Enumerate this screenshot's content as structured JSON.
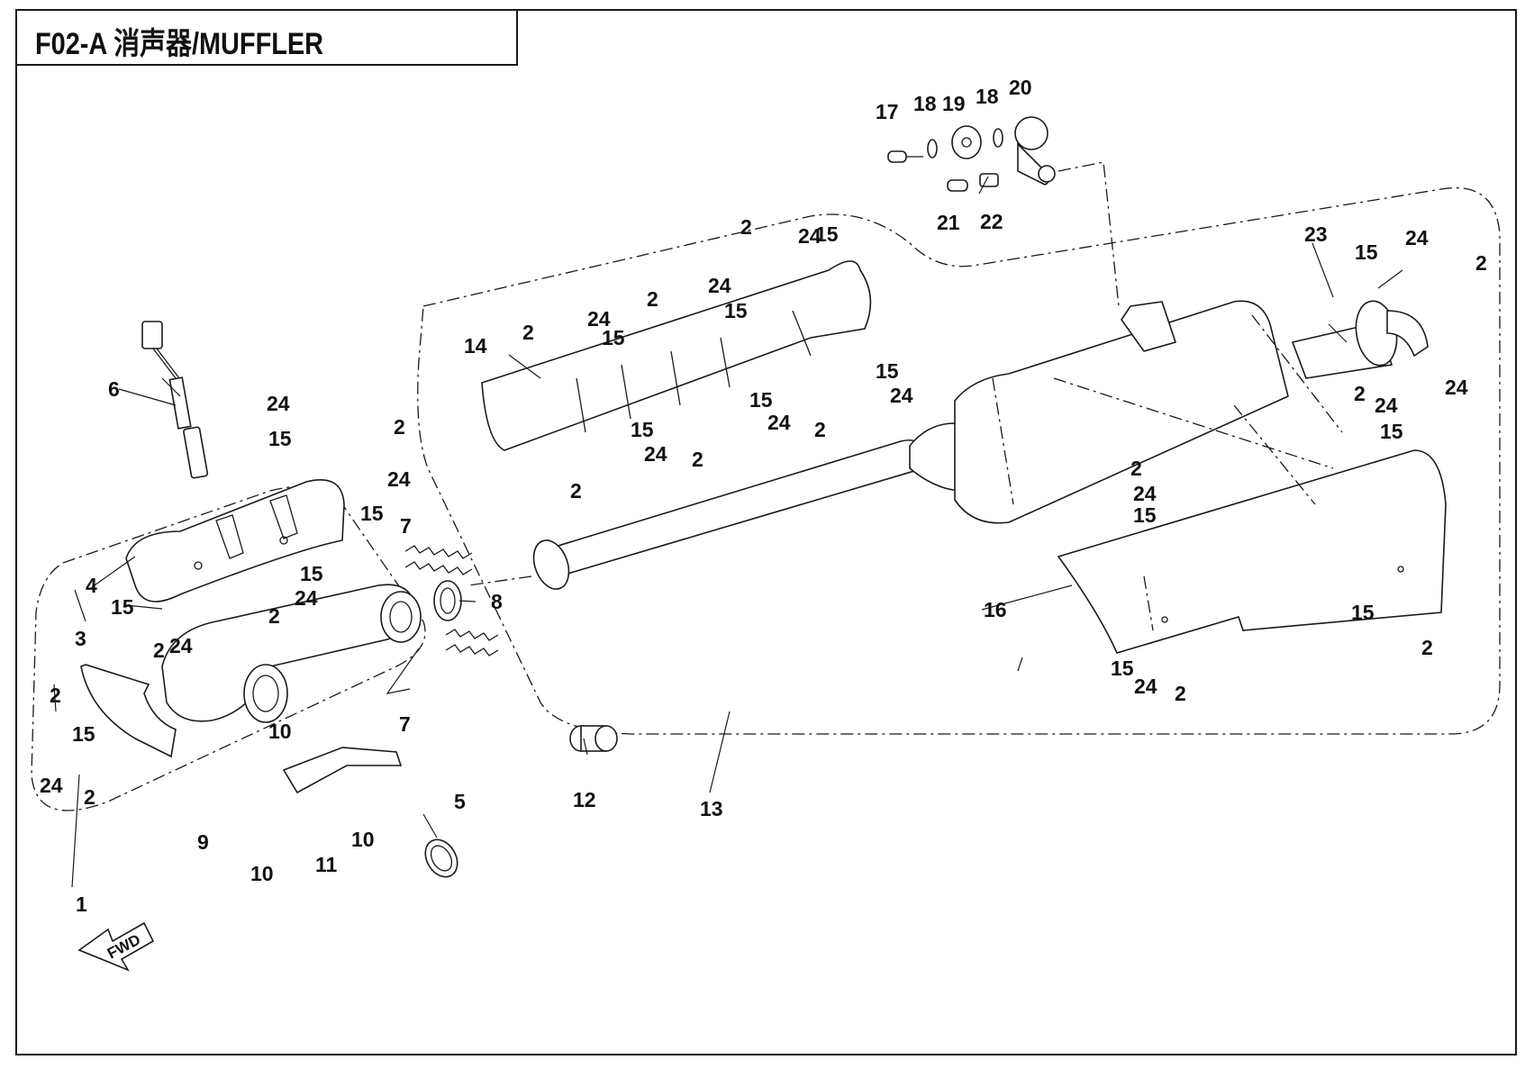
{
  "title": "F02-A 消声器/MUFFLER",
  "fwd_label": "FWD",
  "callouts": [
    {
      "id": "c1",
      "text": "1"
    },
    {
      "id": "c2a",
      "text": "2"
    },
    {
      "id": "c2b",
      "text": "2"
    },
    {
      "id": "c2c",
      "text": "2"
    },
    {
      "id": "c2d",
      "text": "2"
    },
    {
      "id": "c2e",
      "text": "2"
    },
    {
      "id": "c2f",
      "text": "2"
    },
    {
      "id": "c2g",
      "text": "2"
    },
    {
      "id": "c2h",
      "text": "2"
    },
    {
      "id": "c2i",
      "text": "2"
    },
    {
      "id": "c2j",
      "text": "2"
    },
    {
      "id": "c2k",
      "text": "2"
    },
    {
      "id": "c2l",
      "text": "2"
    },
    {
      "id": "c2m",
      "text": "2"
    },
    {
      "id": "c2n",
      "text": "2"
    },
    {
      "id": "c2o",
      "text": "2"
    },
    {
      "id": "c2p",
      "text": "2"
    },
    {
      "id": "c3",
      "text": "3"
    },
    {
      "id": "c4",
      "text": "4"
    },
    {
      "id": "c5",
      "text": "5"
    },
    {
      "id": "c6",
      "text": "6"
    },
    {
      "id": "c7a",
      "text": "7"
    },
    {
      "id": "c7b",
      "text": "7"
    },
    {
      "id": "c8",
      "text": "8"
    },
    {
      "id": "c9",
      "text": "9"
    },
    {
      "id": "c10a",
      "text": "10"
    },
    {
      "id": "c10b",
      "text": "10"
    },
    {
      "id": "c10c",
      "text": "10"
    },
    {
      "id": "c11",
      "text": "11"
    },
    {
      "id": "c12",
      "text": "12"
    },
    {
      "id": "c13",
      "text": "13"
    },
    {
      "id": "c14",
      "text": "14"
    },
    {
      "id": "c15a",
      "text": "15"
    },
    {
      "id": "c15b",
      "text": "15"
    },
    {
      "id": "c15c",
      "text": "15"
    },
    {
      "id": "c15d",
      "text": "15"
    },
    {
      "id": "c15e",
      "text": "15"
    },
    {
      "id": "c15f",
      "text": "15"
    },
    {
      "id": "c15g",
      "text": "15"
    },
    {
      "id": "c15h",
      "text": "15"
    },
    {
      "id": "c15i",
      "text": "15"
    },
    {
      "id": "c15j",
      "text": "15"
    },
    {
      "id": "c15k",
      "text": "15"
    },
    {
      "id": "c15l",
      "text": "15"
    },
    {
      "id": "c15m",
      "text": "15"
    },
    {
      "id": "c15n",
      "text": "15"
    },
    {
      "id": "c15o",
      "text": "15"
    },
    {
      "id": "c15p",
      "text": "15"
    },
    {
      "id": "c16",
      "text": "16"
    },
    {
      "id": "c17",
      "text": "17"
    },
    {
      "id": "c18a",
      "text": "18"
    },
    {
      "id": "c18b",
      "text": "18"
    },
    {
      "id": "c19",
      "text": "19"
    },
    {
      "id": "c20",
      "text": "20"
    },
    {
      "id": "c21",
      "text": "21"
    },
    {
      "id": "c22",
      "text": "22"
    },
    {
      "id": "c23",
      "text": "23"
    },
    {
      "id": "c24a",
      "text": "24"
    },
    {
      "id": "c24b",
      "text": "24"
    },
    {
      "id": "c24c",
      "text": "24"
    },
    {
      "id": "c24d",
      "text": "24"
    },
    {
      "id": "c24e",
      "text": "24"
    },
    {
      "id": "c24f",
      "text": "24"
    },
    {
      "id": "c24g",
      "text": "24"
    },
    {
      "id": "c24h",
      "text": "24"
    },
    {
      "id": "c24i",
      "text": "24"
    },
    {
      "id": "c24j",
      "text": "24"
    },
    {
      "id": "c24k",
      "text": "24"
    },
    {
      "id": "c24l",
      "text": "24"
    },
    {
      "id": "c24m",
      "text": "24"
    },
    {
      "id": "c24n",
      "text": "24"
    },
    {
      "id": "c24o",
      "text": "24"
    },
    {
      "id": "c24p",
      "text": "24"
    }
  ]
}
